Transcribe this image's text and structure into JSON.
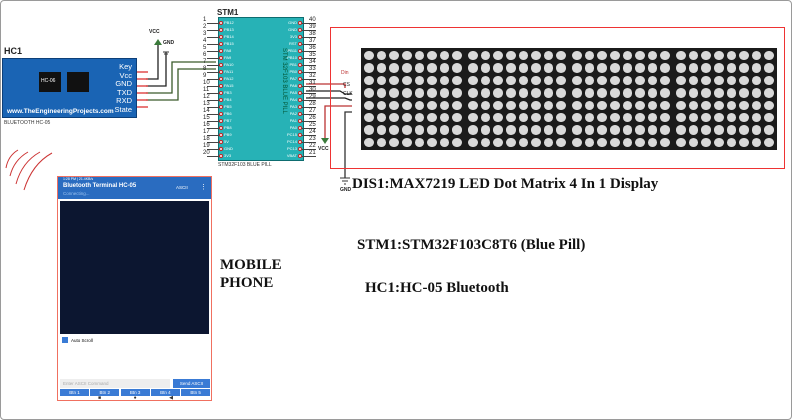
{
  "hc1": {
    "ref": "HC1",
    "name": "BLUETOOTH HC-05",
    "chip": "HC-06",
    "site": "www.TheEngineeringProjects.com",
    "pins": [
      "Key",
      "Vcc",
      "GND",
      "TXD",
      "RXD",
      "State"
    ]
  },
  "stm1": {
    "ref": "STM1",
    "body_text": "STM 32F103 BLUE PILL",
    "name": "STM32F103 BLUE PILL",
    "left_pins": [
      "PB12",
      "PB13",
      "PB14",
      "PB15",
      "PA8",
      "PA9",
      "PA10",
      "PA11",
      "PA12",
      "PA15",
      "PB3",
      "PB4",
      "PB5",
      "PB6",
      "PB7",
      "PB8",
      "PB9",
      "5V",
      "GND",
      "3V3"
    ],
    "right_pins": [
      "GND",
      "GND",
      "3V3",
      "RST",
      "PB11",
      "PB10",
      "PB1",
      "PB0",
      "PA7",
      "PA6",
      "PA5",
      "PA4",
      "PA3",
      "PA2",
      "PA1",
      "PA0",
      "PC15",
      "PC14",
      "PC13",
      "VBAT"
    ]
  },
  "power": {
    "vcc": "VCC",
    "gnd": "GND"
  },
  "dis1": {
    "pins": [
      "Din",
      "CS",
      "CLK"
    ],
    "modules": 4,
    "rows": 8,
    "cols": 8
  },
  "labels": {
    "dis1": "DIS1:MAX7219 LED Dot Matrix 4 In 1 Display",
    "stm1": "STM1:STM32F103C8T6 (Blue Pill)",
    "hc1": "HC1:HC-05 Bluetooth",
    "mobile_line1": "MOBILE",
    "mobile_line2": "PHONE"
  },
  "phone": {
    "status_left": "1:28 PM | 21.4KB/s",
    "title": "Bluetooth Terminal HC-05",
    "subtitle": "Connecting...",
    "mode": "ASCII",
    "menu": "⋮",
    "autoscroll": "Auto Scroll",
    "input_placeholder": "Enter ASCII Command",
    "send": "Send ASCII",
    "buttons": [
      "Btn 1",
      "Btn 2",
      "Btn 3",
      "Btn 4",
      "Btn 5"
    ],
    "nav": [
      "■",
      "●",
      "◀"
    ]
  }
}
